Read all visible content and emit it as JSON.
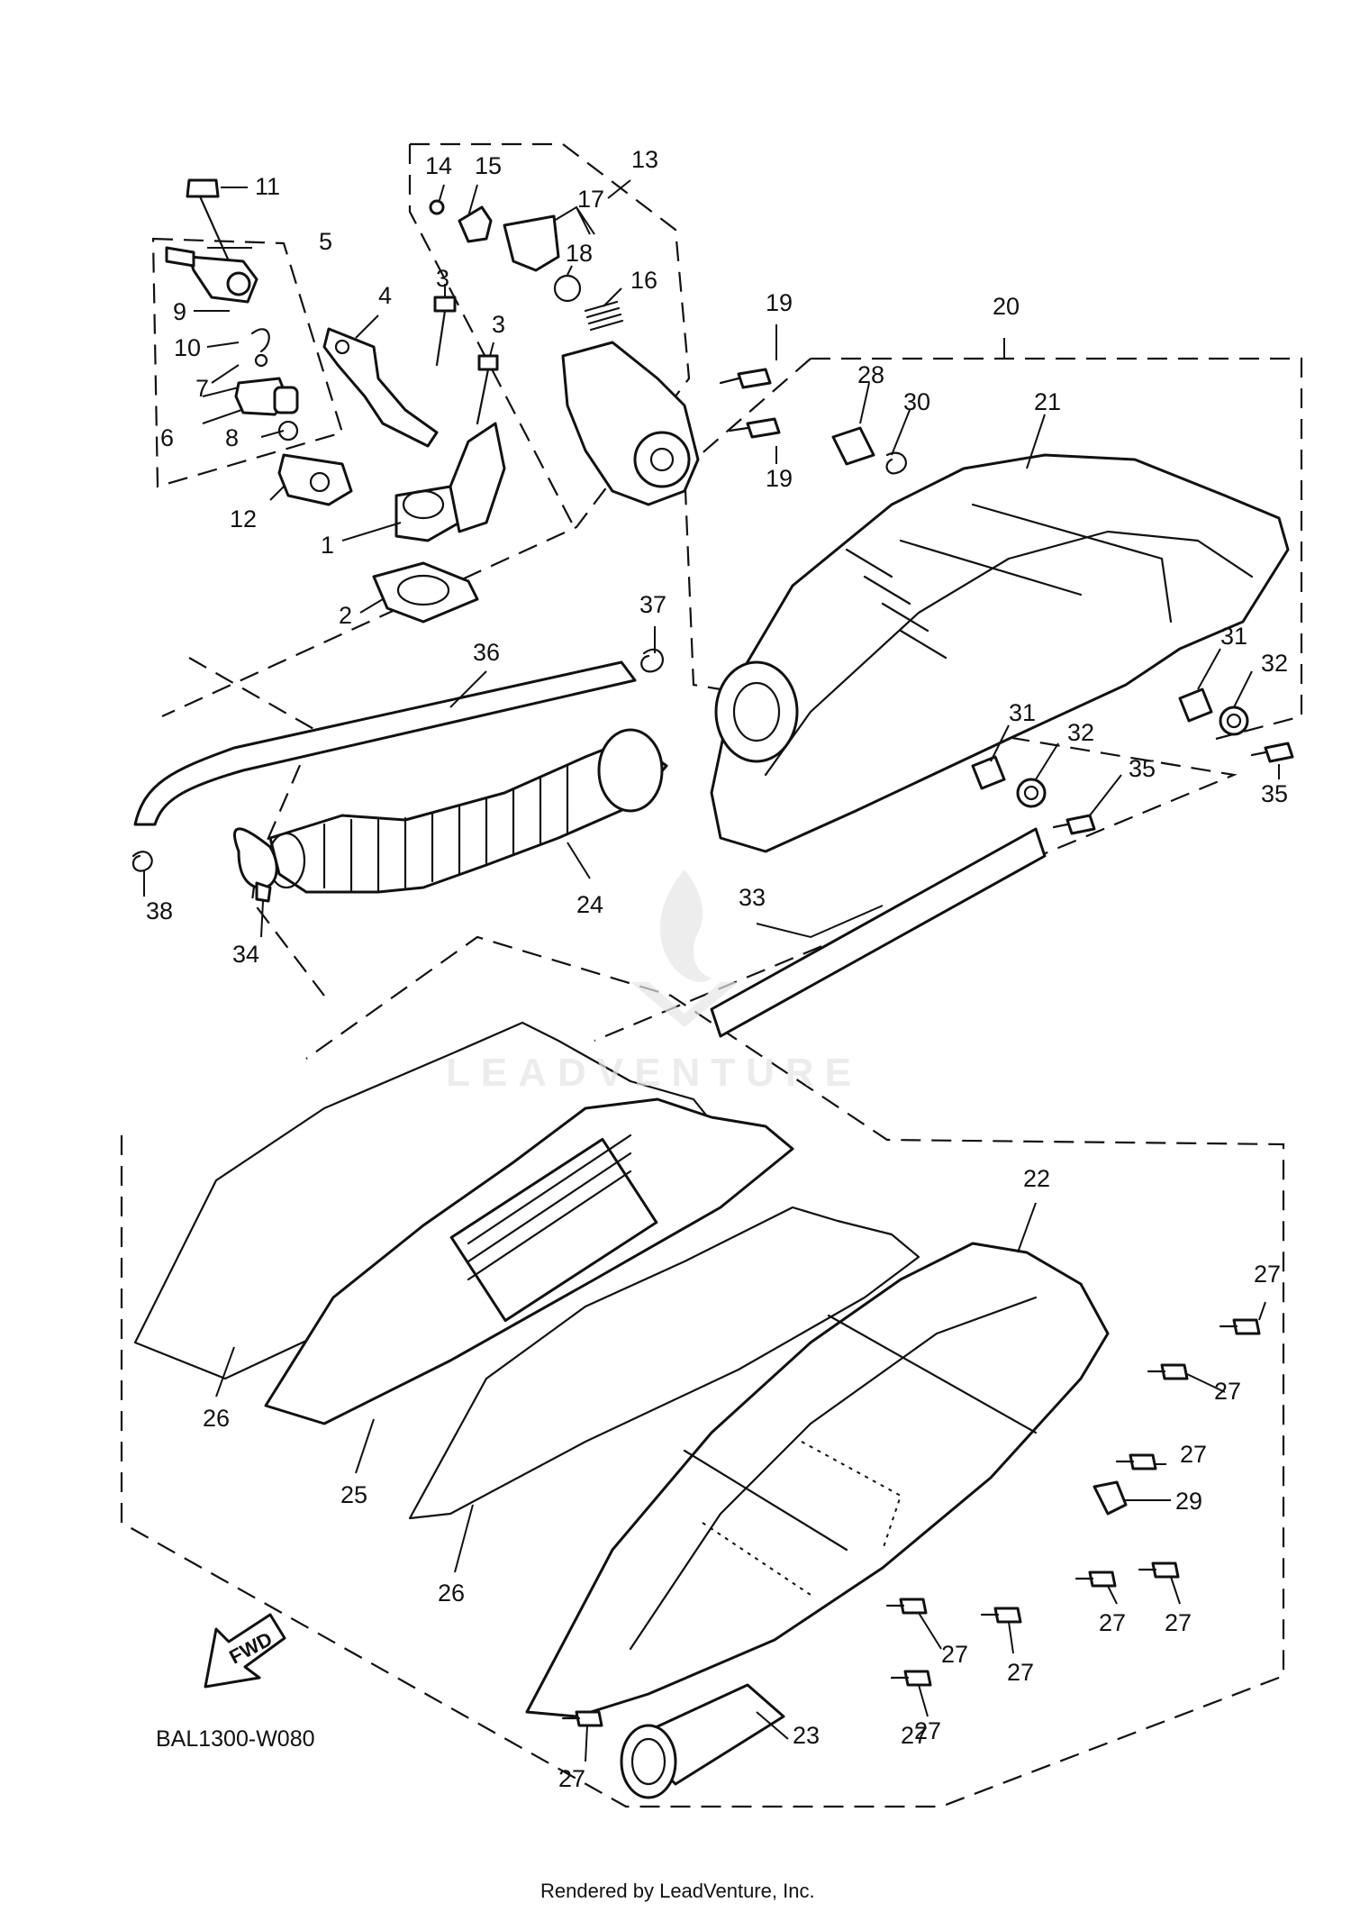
{
  "diagram": {
    "code": "BAL1300-W080",
    "fwd_label": "FWD",
    "credit": "Rendered by LeadVenture, Inc.",
    "watermark": "LEADVENTURE",
    "callouts": [
      "1",
      "2",
      "3",
      "3",
      "4",
      "5",
      "6",
      "7",
      "8",
      "9",
      "10",
      "11",
      "12",
      "13",
      "14",
      "15",
      "16",
      "17",
      "18",
      "19",
      "19",
      "20",
      "21",
      "22",
      "23",
      "24",
      "25",
      "26",
      "26",
      "27",
      "27",
      "27",
      "27",
      "27",
      "27",
      "27",
      "27",
      "27",
      "27",
      "28",
      "29",
      "30",
      "31",
      "31",
      "32",
      "32",
      "33",
      "34",
      "35",
      "35",
      "36",
      "37",
      "38"
    ]
  }
}
